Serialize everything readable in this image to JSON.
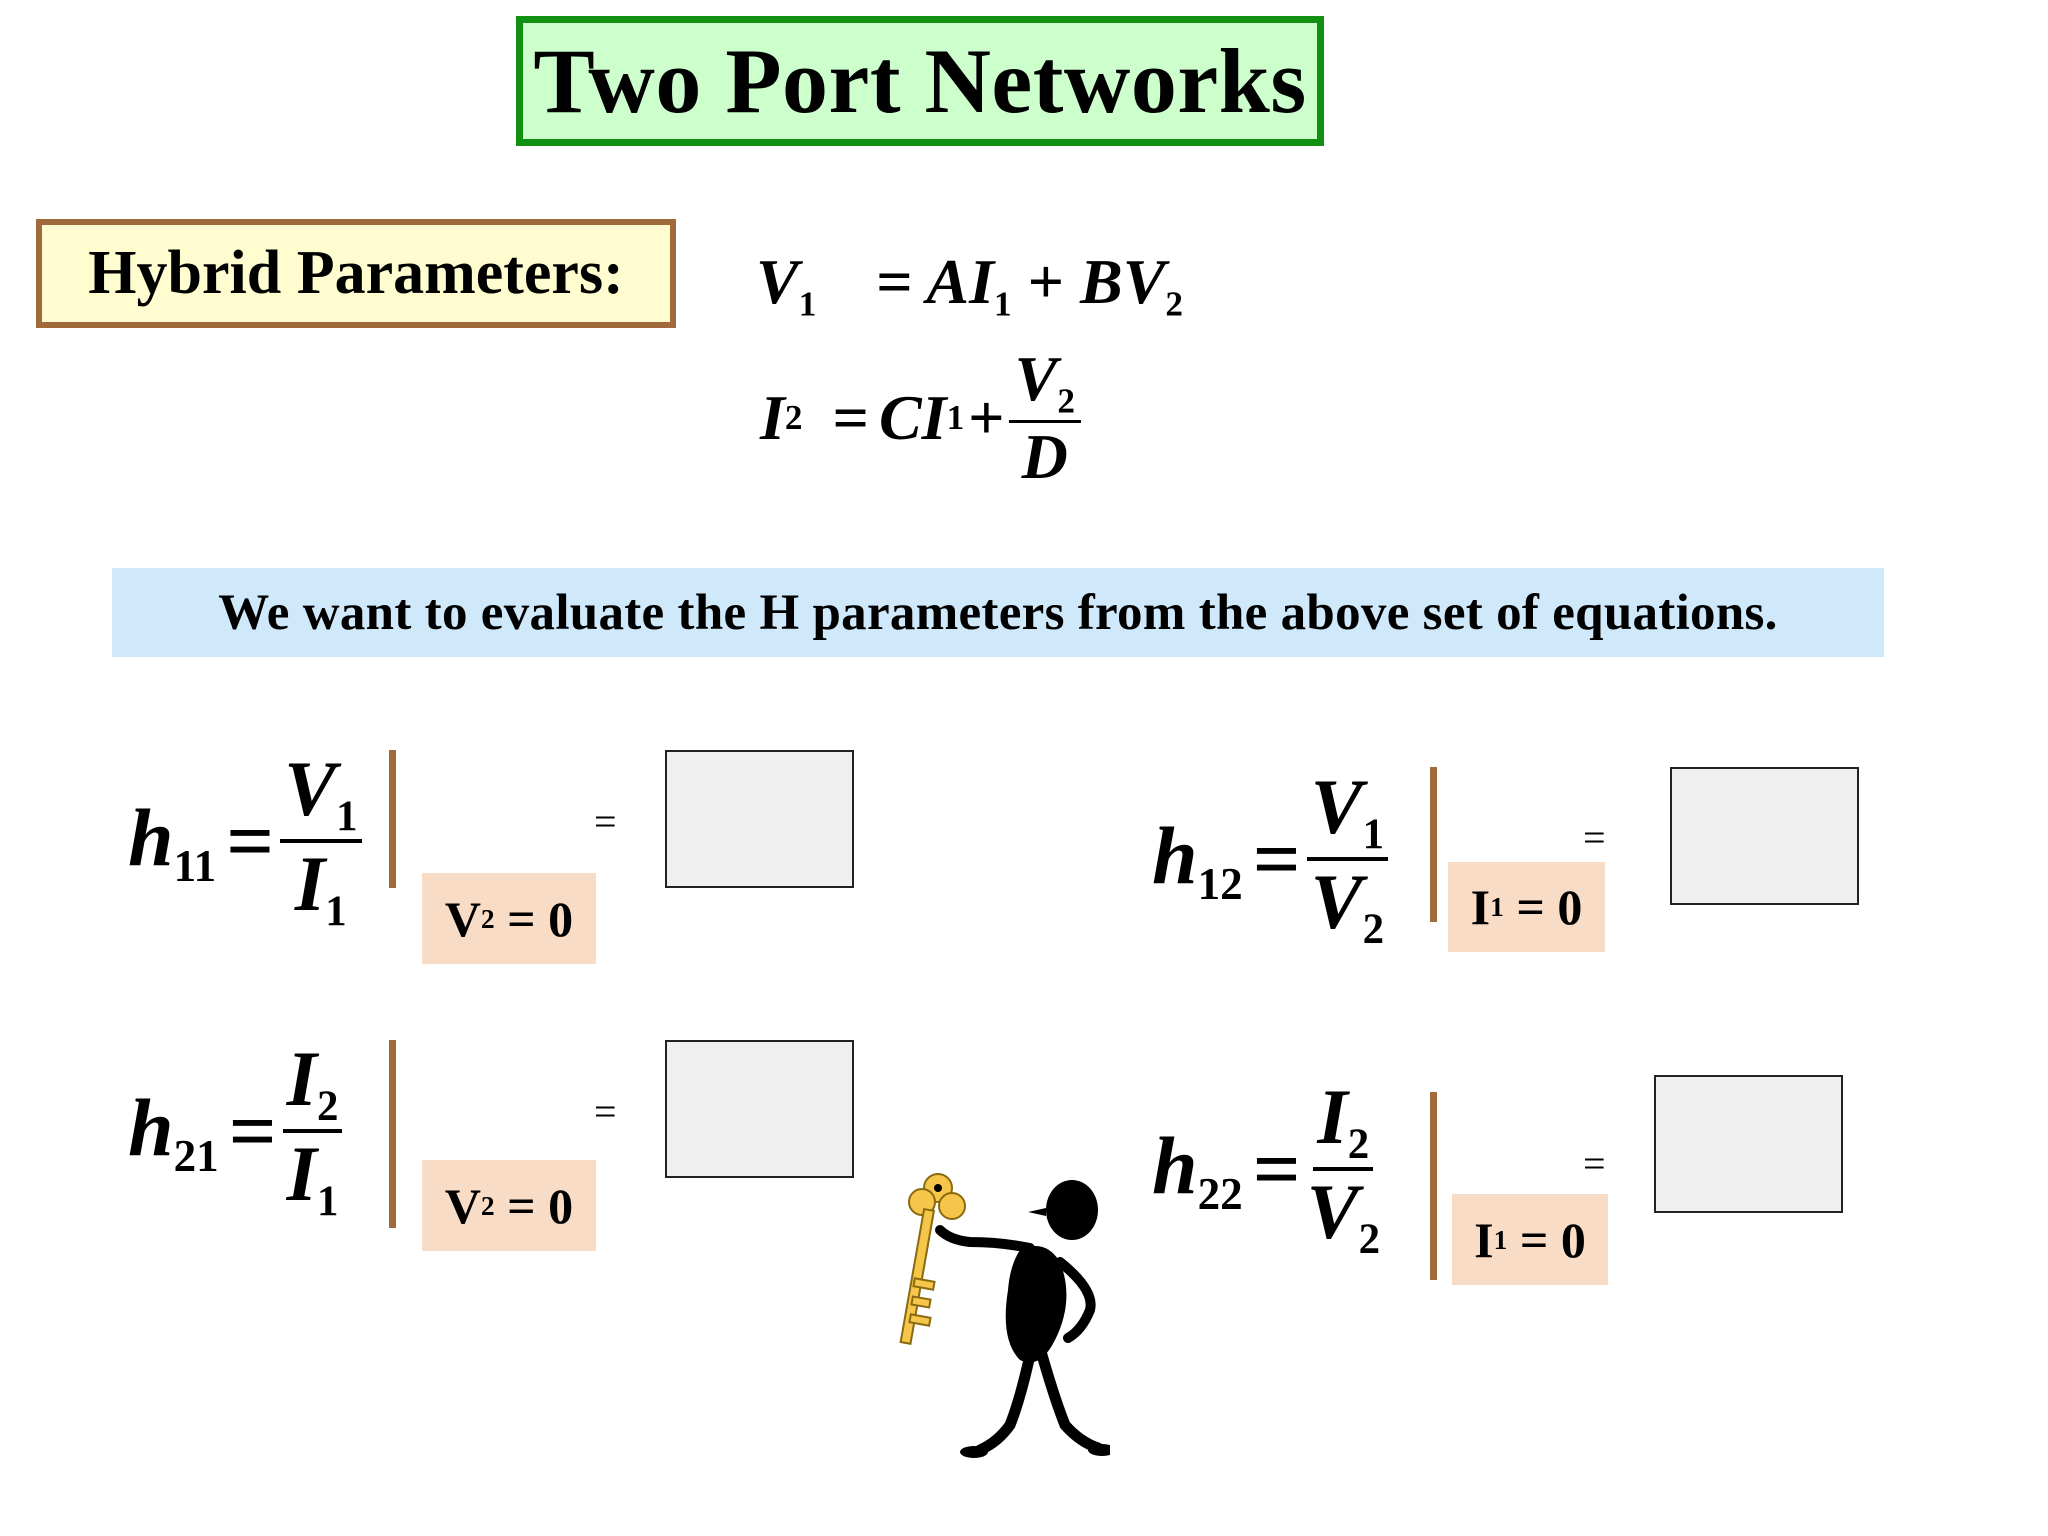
{
  "title": "Two Port Networks",
  "section_label": "Hybrid Parameters:",
  "equations": {
    "eq1": {
      "lhs": "V",
      "lhs_sub": "1",
      "eq": "=",
      "t1": "AI",
      "t1_sub": "1",
      "plus": "+",
      "t2": "BV",
      "t2_sub": "2"
    },
    "eq2": {
      "lhs": "I",
      "lhs_sub": "2",
      "eq": "=",
      "t1": "CI",
      "t1_sub": "1",
      "plus": "+",
      "num": "V",
      "num_sub": "2",
      "den": "D"
    }
  },
  "banner": "We want to evaluate the H parameters from the above set of equations.",
  "h_params": [
    {
      "h": "h",
      "sub": "11",
      "eq": "=",
      "num": "V",
      "num_sub": "1",
      "den": "I",
      "den_sub": "1",
      "cond_var": "V",
      "cond_sub": "2",
      "cond_rest": " = 0",
      "rhs_eq": "="
    },
    {
      "h": "h",
      "sub": "12",
      "eq": "=",
      "num": "V",
      "num_sub": "1",
      "den": "V",
      "den_sub": "2",
      "cond_var": "I",
      "cond_sub": "1",
      "cond_rest": " = 0",
      "rhs_eq": "="
    },
    {
      "h": "h",
      "sub": "21",
      "eq": "=",
      "num": "I",
      "num_sub": "2",
      "den": "I",
      "den_sub": "1",
      "cond_var": "V",
      "cond_sub": "2",
      "cond_rest": " = 0",
      "rhs_eq": "="
    },
    {
      "h": "h",
      "sub": "22",
      "eq": "=",
      "num": "I",
      "num_sub": "2",
      "den": "V",
      "den_sub": "2",
      "cond_var": "I",
      "cond_sub": "1",
      "cond_rest": " = 0",
      "rhs_eq": "="
    }
  ],
  "colors": {
    "title_bg": "#ccffcc",
    "title_border": "#129012",
    "label_bg": "#fffdd0",
    "label_border": "#a06a3a",
    "banner_bg": "#cfe8fa",
    "cond_bg": "#f9dcc6",
    "bar": "#a06a3a",
    "key": "#f5c64a"
  },
  "icons": {
    "clipart": "person-holding-key-icon"
  }
}
